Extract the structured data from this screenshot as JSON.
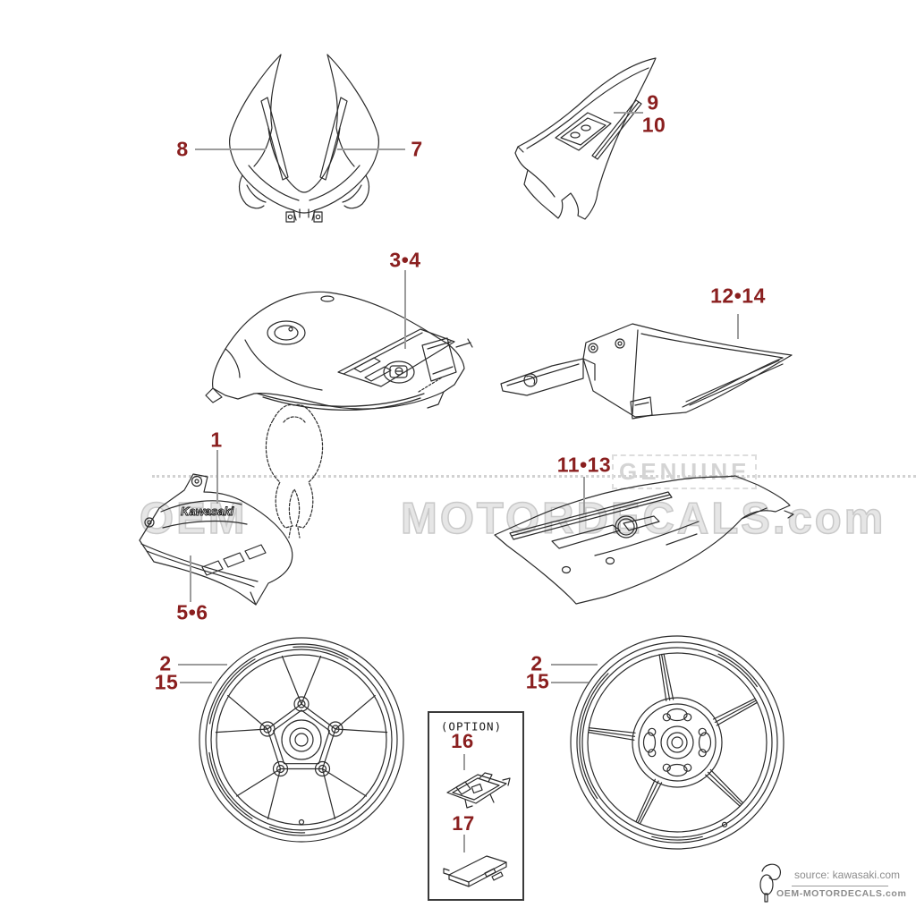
{
  "colors": {
    "callout": "#8a1f1f",
    "leader_line": "#9c9c9c",
    "line_art": "#2b2b2b",
    "watermark": "#d4d4d4",
    "footer_text": "#8c8c8c"
  },
  "callouts": {
    "upper_cowl_left": "8",
    "upper_cowl_right": "7",
    "tail_cover_upper": "9",
    "tail_cover_lower": "10",
    "fuel_tank": "3•4",
    "lower_cowl": "12•14",
    "side_fairing_upper": "1",
    "side_fairing_lower": "5•6",
    "rear_side_panel": "11•13",
    "front_wheel_upper": "2",
    "front_wheel_lower": "15",
    "rear_wheel_upper": "2",
    "rear_wheel_lower": "15",
    "option_upper": "16",
    "option_lower": "17"
  },
  "option_box": {
    "header": "(OPTION)"
  },
  "fairing_logo": "Kawasaki",
  "watermark": {
    "genuine": "GENUINE",
    "oem": "OEM",
    "motordecals": "MOTORDECALS.com"
  },
  "footer": {
    "source_line": "source: kawasaki.com",
    "site_line": "OEM-MOTORDECALS.com"
  }
}
